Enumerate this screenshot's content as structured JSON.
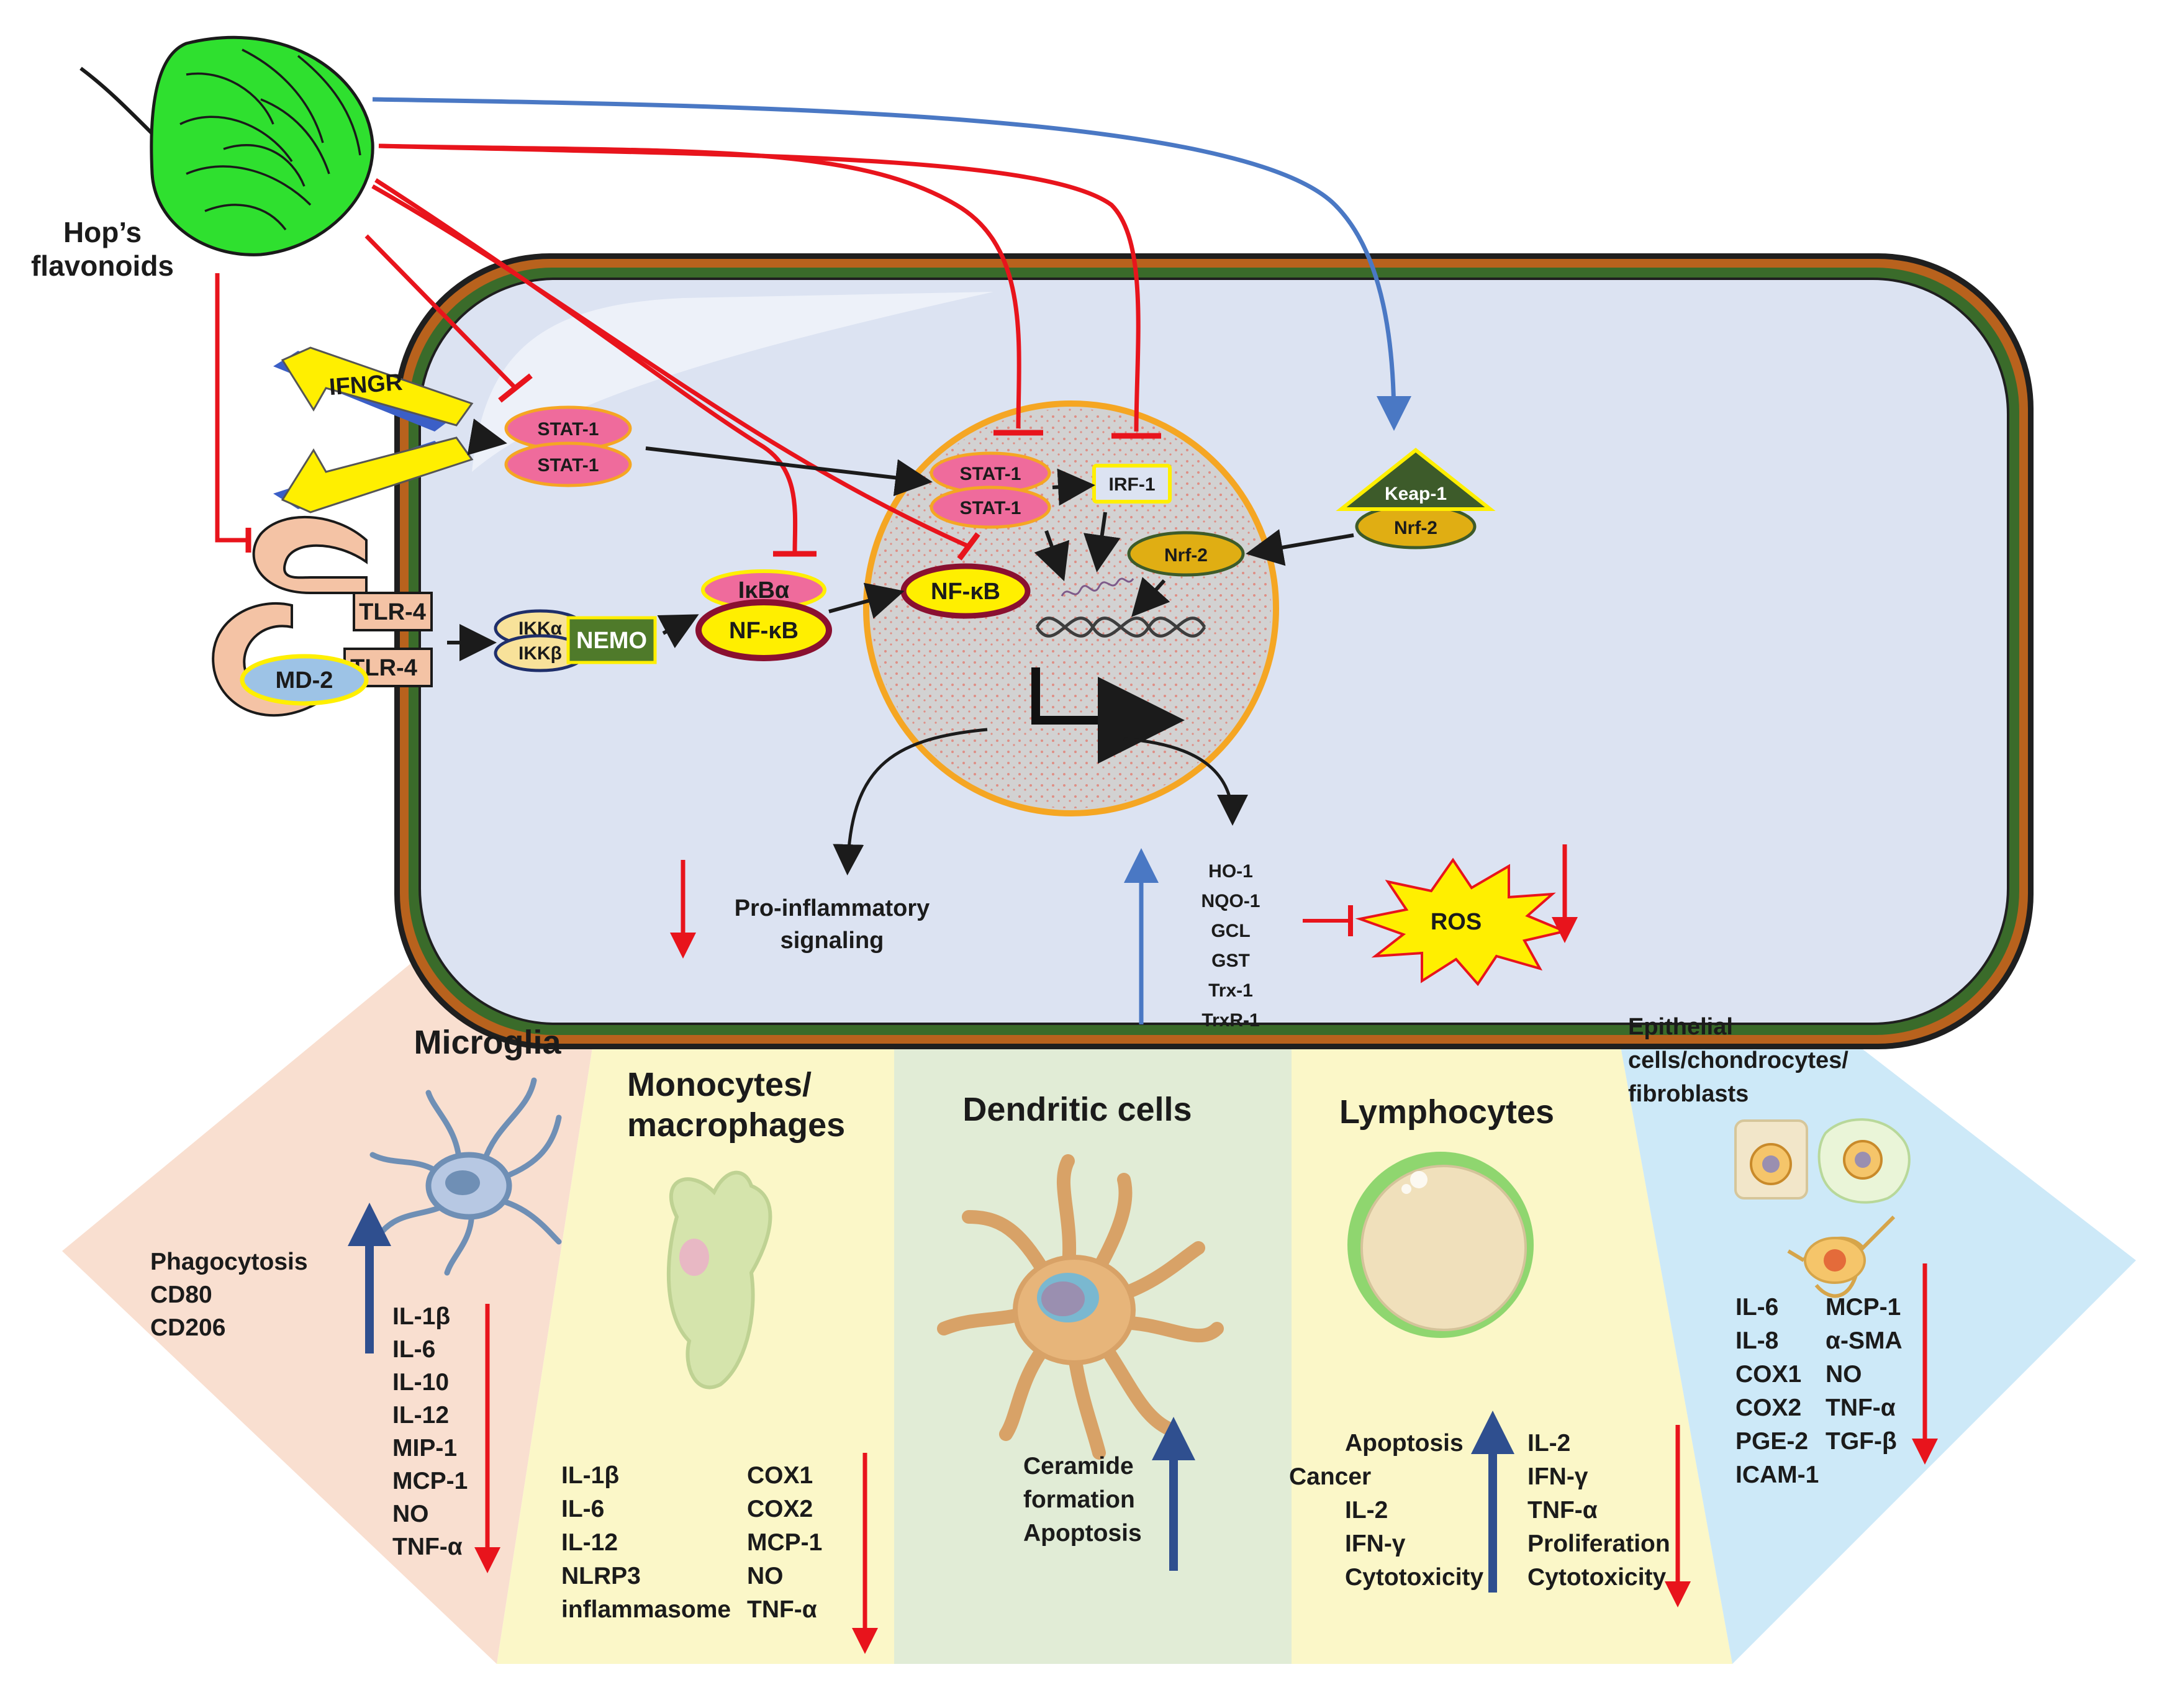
{
  "source": {
    "label_line1": "Hop’s",
    "label_line2": "flavonoids"
  },
  "receptors": {
    "ifngr": "IFNGR",
    "tlr4_top": "TLR-4",
    "tlr4_bottom": "TLR-4",
    "md2": "MD-2"
  },
  "cytoplasm": {
    "stat1_a": "STAT-1",
    "stat1_b": "STAT-1",
    "ikka": "IKKα",
    "ikkb": "IKKβ",
    "nemo": "NEMO",
    "ikba": "IκBα",
    "nfkb_cyto": "NF-κB",
    "keap1": "Keap-1",
    "nrf2_cyto": "Nrf-2",
    "pro_inflam_line1": "Pro-inflammatory",
    "pro_inflam_line2": "signaling",
    "antioxidant_genes": [
      "HO-1",
      "NQO-1",
      "GCL",
      "GST",
      "Trx-1",
      "TrxR-1"
    ],
    "ros": "ROS"
  },
  "nucleus": {
    "stat1_a": "STAT-1",
    "stat1_b": "STAT-1",
    "irf1": "IRF-1",
    "nfkb": "NF-κB",
    "nrf2": "Nrf-2"
  },
  "panels": {
    "microglia": {
      "title": "Microglia",
      "up": [
        "Phagocytosis",
        "CD80",
        "CD206"
      ],
      "down": [
        "IL-1β",
        "IL-6",
        "IL-10",
        "IL-12",
        "MIP-1",
        "MCP-1",
        "NO",
        "TNF-α"
      ]
    },
    "monocytes": {
      "title_line1": "Monocytes/",
      "title_line2": "macrophages",
      "down_col1": [
        "IL-1β",
        "IL-6",
        "IL-12",
        "NLRP3",
        "inflammasome"
      ],
      "down_col2": [
        "COX1",
        "COX2",
        "MCP-1",
        "NO",
        "TNF-α"
      ]
    },
    "dendritic": {
      "title": "Dendritic cells",
      "up": [
        "Ceramide",
        "formation",
        "Apoptosis"
      ]
    },
    "lymphocytes": {
      "title": "Lymphocytes",
      "up": [
        "Apoptosis",
        "Cancer",
        "IL-2",
        "IFN-γ",
        "Cytotoxicity"
      ],
      "down": [
        "IL-2",
        "IFN-γ",
        "TNF-α",
        "Proliferation",
        "Cytotoxicity"
      ]
    },
    "epithelial": {
      "title_lines": [
        "Epithelial",
        "cells/chondrocytes/",
        "fibroblasts"
      ],
      "down_col1": [
        "IL-6",
        "IL-8",
        "COX1",
        "COX2",
        "PGE-2",
        "ICAM-1"
      ],
      "down_col2": [
        "MCP-1",
        "α-SMA",
        "NO",
        "TNF-α",
        "TGF-β"
      ]
    }
  },
  "colors": {
    "inhibition": "#e8141c",
    "activation_blue": "#4a78c4",
    "up_arrow": "#2f4f8f",
    "cell_fill": "#dce3f2",
    "membrane_green": "#3a6b2a",
    "membrane_brown": "#b8621d",
    "hop_green": "#2fe02f",
    "panel_microglia": "#f9dfd0",
    "panel_monocytes": "#fbf7c8",
    "panel_dendritic": "#e1ecd6",
    "panel_lymphocytes": "#fbf7c8",
    "panel_epithelial": "#cde9f8",
    "stat1_pink": "#ef6b9c",
    "nfkb_yellow": "#ffef00",
    "nemo_green": "#4f7a2a",
    "keap1_green": "#3d5b2a",
    "nrf2_gold": "#e0ae13"
  }
}
